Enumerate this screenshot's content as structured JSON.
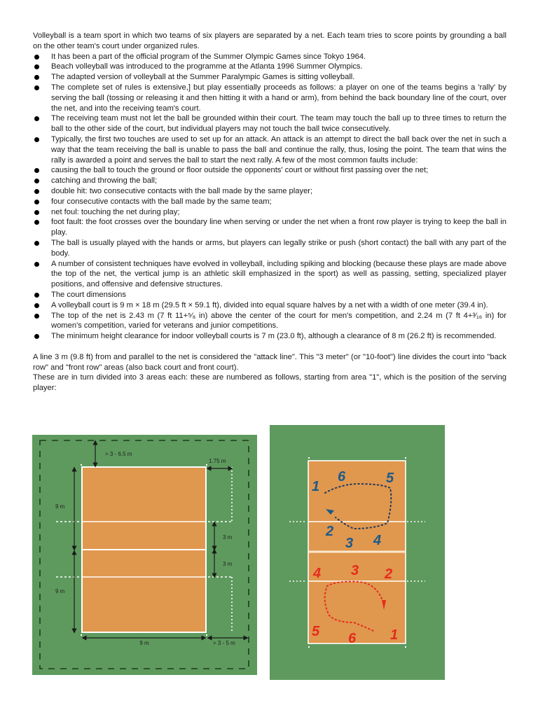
{
  "intro": "Volleyball is a team sport in which two teams of six players are separated by a net. Each team tries to score points by grounding a ball on the other team's court under organized rules.",
  "bullets": [
    "It has been a part of the official program of the Summer Olympic Games since Tokyo 1964.",
    "Beach volleyball was introduced to the programme at the Atlanta 1996 Summer Olympics.",
    "The adapted version of volleyball at the Summer Paralympic Games is sitting volleyball.",
    "The complete set of rules is extensive,] but play essentially proceeds as follows: a player on one of the teams begins a 'rally' by serving the ball (tossing or releasing it and then hitting it with a hand or arm), from behind the back boundary line of the court, over the net, and into the receiving team's court.",
    "The receiving team must not let the ball be grounded within their court. The team may touch the ball up to three times to return the ball to the other side of the court, but individual players may not touch the ball twice consecutively.",
    "Typically, the first two touches are used to set up for an attack. An attack is an attempt to direct the ball back over the net in such a way that the team receiving the ball is unable to pass the ball and continue the rally, thus, losing the point. The team that wins the rally is awarded a point and serves the ball to start the next rally. A few of the most common faults include:",
    "causing the ball to touch the ground or floor outside the opponents' court or without first passing over the net;",
    "catching and throwing the ball;",
    "double hit: two consecutive contacts with the ball made by the same player;",
    "four consecutive contacts with the ball made by the same team;",
    "net foul: touching the net during play;",
    "foot fault: the foot crosses over the boundary line when serving or under the net when a front row player is trying to keep the ball in play.",
    "The ball is usually played with the hands or arms, but players can legally strike or push (short contact) the ball with any part of the body.",
    "A number of consistent techniques have evolved in volleyball, including spiking and blocking (because these plays are made above the top of the net, the vertical jump is an athletic skill emphasized in the sport) as well as passing, setting, specialized player positions, and offensive and defensive structures.",
    "The court dimensions",
    "A volleyball court is 9 m × 18 m (29.5 ft × 59.1 ft), divided into equal square halves by a net with a width of one meter (39.4 in).",
    "The top of the net is 2.43 m (7 ft 11+⁵⁄₈ in) above the center of the court for men's competition, and 2.24 m (7 ft 4+³⁄₁₆ in) for women's competition, varied for veterans and junior competitions.",
    "The minimum height clearance for indoor volleyball courts is 7 m (23.0 ft), although a clearance of 8 m (26.2 ft) is recommended."
  ],
  "attack_line_para": "A line 3 m (9.8 ft) from and parallel to the net is considered the \"attack line\". This \"3 meter\" (or \"10-foot\") line divides the court into \"back row\" and \"front row\" areas (also back court and front court).",
  "areas_para": "These are in turn divided into 3 areas each: these are numbered as follows, starting from area \"1\", which is the position of the serving player:",
  "court_diagram": {
    "colors": {
      "grass": "#5e9a5e",
      "court": "#e0974e",
      "line": "#ffffff",
      "arrow": "#1a1a1a",
      "label": "#222222"
    },
    "labels": {
      "free_zone_end": "> 3 - 6.5 m",
      "substitution": "1.75 m",
      "half_top": "9 m",
      "half_bottom": "9 m",
      "attack_top": "3 m",
      "attack_bottom": "3 m",
      "width": "9 m",
      "free_zone_side": "> 3 - 5 m"
    }
  },
  "rotation_diagram": {
    "colors": {
      "grass": "#5e9a5e",
      "court": "#e0974e",
      "team_a": "#1c5a8c",
      "team_b": "#e52b1d"
    },
    "team_a_positions": [
      "1",
      "6",
      "5",
      "2",
      "3",
      "4"
    ],
    "team_b_positions": [
      "4",
      "3",
      "2",
      "5",
      "6",
      "1"
    ]
  }
}
